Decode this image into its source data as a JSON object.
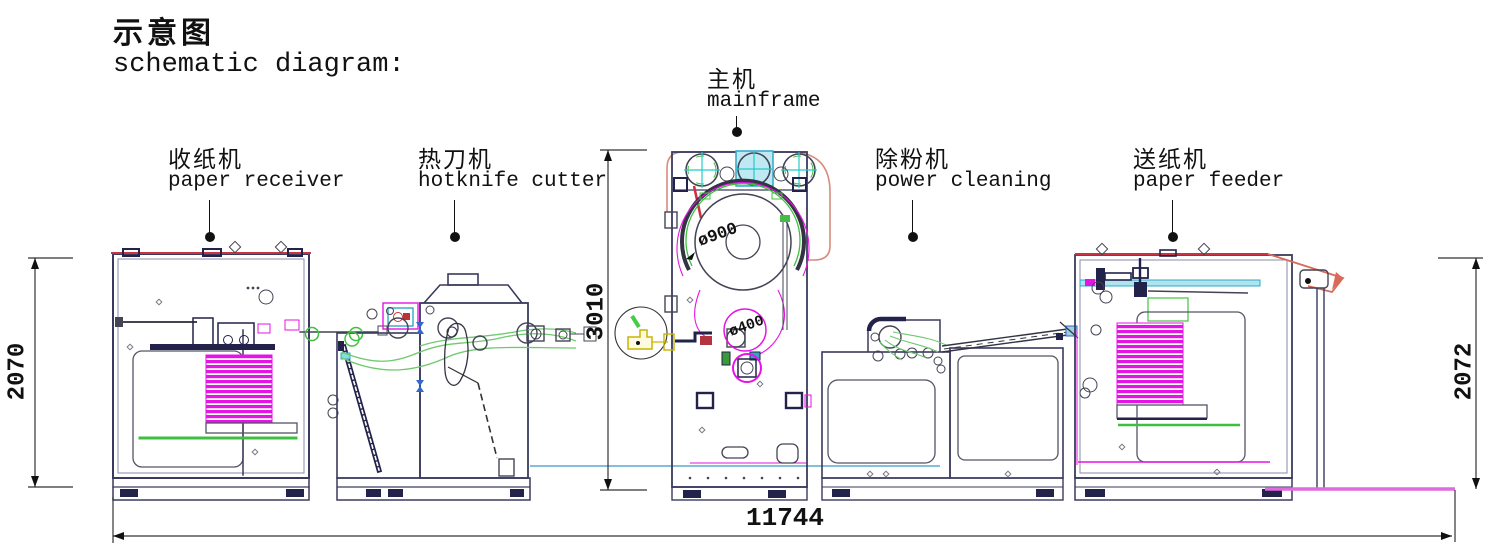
{
  "title": {
    "line1_zh": "示意图",
    "line2_en": "schematic diagram:"
  },
  "machines": [
    {
      "id": "paper-receiver",
      "name_zh": "收纸机",
      "name_en": "paper receiver"
    },
    {
      "id": "hotknife-cutter",
      "name_zh": "热刀机",
      "name_en": "hotknife cutter"
    },
    {
      "id": "mainframe",
      "name_zh": "主机",
      "name_en": "mainframe"
    },
    {
      "id": "power-cleaning",
      "name_zh": "除粉机",
      "name_en": "power cleaning"
    },
    {
      "id": "paper-feeder",
      "name_zh": "送纸机",
      "name_en": "paper feeder"
    }
  ],
  "dimensions": {
    "left_height_mm": "2070",
    "mainframe_height_mm": "3010",
    "right_height_mm": "2072",
    "total_length_mm": "11744"
  },
  "annotations": {
    "large_drum_diameter": "ø900",
    "small_drum_diameter": "ø400"
  },
  "colors": {
    "outline_navy": "#3a3a5e",
    "accent_red": "#cc3340",
    "salmon": "#d98a7a",
    "magenta": "#e613e6",
    "green": "#3fbf3f",
    "cyan": "#2fa8c8",
    "yellow": "#c8b400",
    "ink": "#111111"
  }
}
